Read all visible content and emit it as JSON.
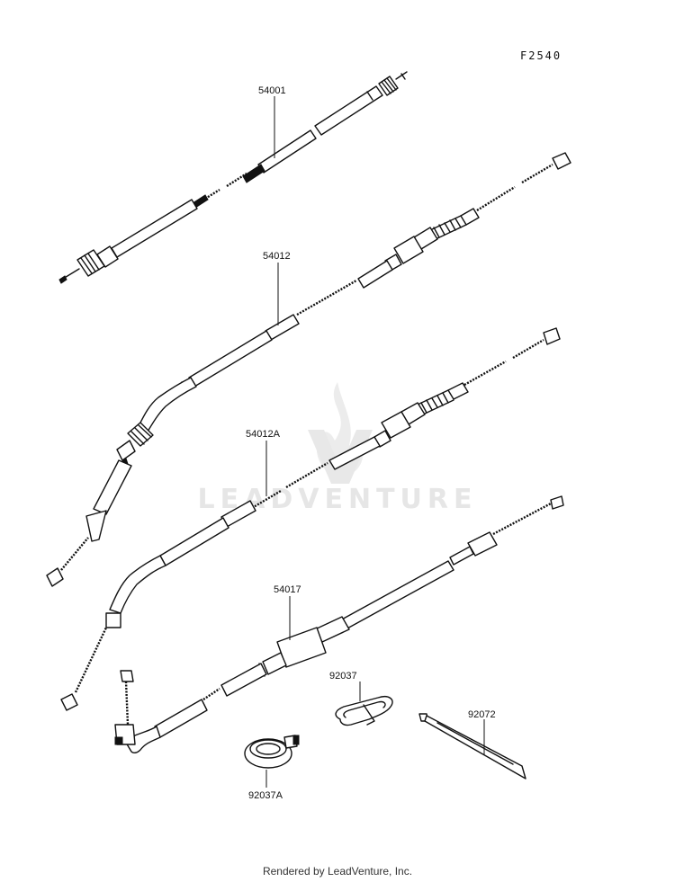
{
  "figure_number": "F2540",
  "watermark": {
    "text": "LEADVENTURE",
    "logo": "flame-logo"
  },
  "footer": "Rendered by LeadVenture, Inc.",
  "parts": [
    {
      "id": "54001",
      "label": "54001"
    },
    {
      "id": "54012",
      "label": "54012"
    },
    {
      "id": "54012A",
      "label": "54012A"
    },
    {
      "id": "54017",
      "label": "54017"
    },
    {
      "id": "92037",
      "label": "92037"
    },
    {
      "id": "92037A",
      "label": "92037A"
    },
    {
      "id": "92072",
      "label": "92072"
    }
  ]
}
